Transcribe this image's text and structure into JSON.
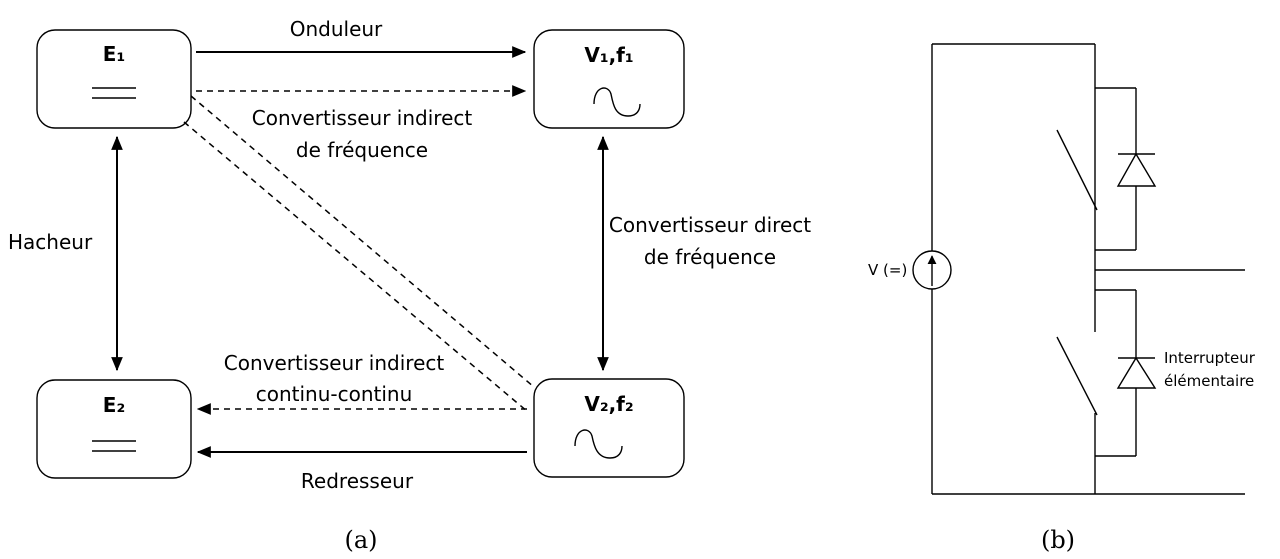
{
  "diagram_a": {
    "caption": "(a)",
    "boxes": {
      "e1": {
        "title": "E₁"
      },
      "e2": {
        "title": "E₂"
      },
      "v1": {
        "title": "V₁,f₁"
      },
      "v2": {
        "title": "V₂,f₂"
      }
    },
    "labels": {
      "onduleur": "Onduleur",
      "conv_indirect_freq_line1": "Convertisseur indirect",
      "conv_indirect_freq_line2": "de fréquence",
      "hacheur": "Hacheur",
      "conv_direct_freq_line1": "Convertisseur direct",
      "conv_direct_freq_line2": "de fréquence",
      "conv_indirect_cc_line1": "Convertisseur indirect",
      "conv_indirect_cc_line2": "continu-continu",
      "redresseur": "Redresseur"
    }
  },
  "diagram_b": {
    "caption": "(b)",
    "source_label": "V (=)",
    "switch_label_line1": "Interrupteur",
    "switch_label_line2": "élémentaire"
  }
}
